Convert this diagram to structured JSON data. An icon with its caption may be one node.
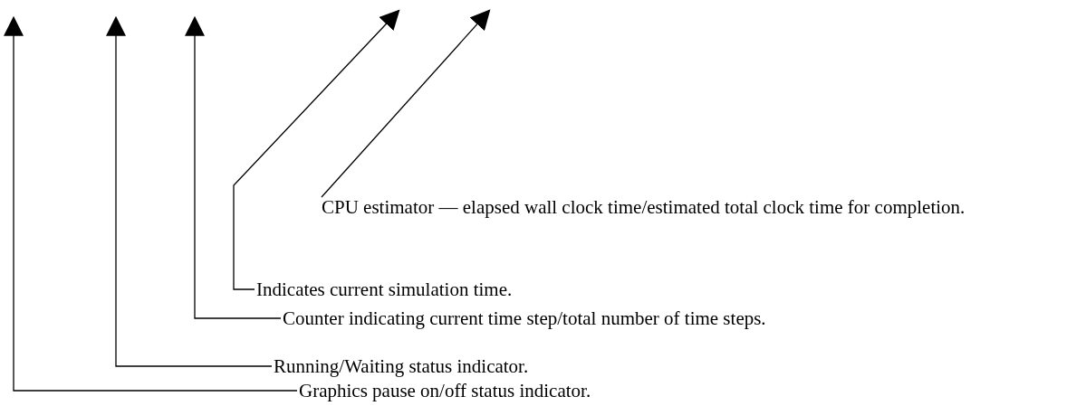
{
  "diagram": {
    "nodes": [
      {
        "text": [
          "CPU estimator — elapsed wall clock time/estimated total clock time for completion."
        ]
      },
      {
        "text": [
          "Indicates current simulation time."
        ]
      },
      {
        "text": [
          "Counter indicating current time step/total number of time steps."
        ]
      },
      {
        "text": [
          "Running/Waiting status indicator."
        ]
      },
      {
        "text": [
          "Graphics pause on/off status indicator."
        ]
      }
    ],
    "edges": [
      {
        "from": 0,
        "to": null,
        "arrow": "to"
      },
      {
        "from": 1,
        "to": null,
        "arrow": "to"
      },
      {
        "from": 2,
        "to": null,
        "arrow": "to"
      },
      {
        "from": 3,
        "to": null,
        "arrow": "to"
      },
      {
        "from": 4,
        "to": null,
        "arrow": "to"
      }
    ]
  }
}
